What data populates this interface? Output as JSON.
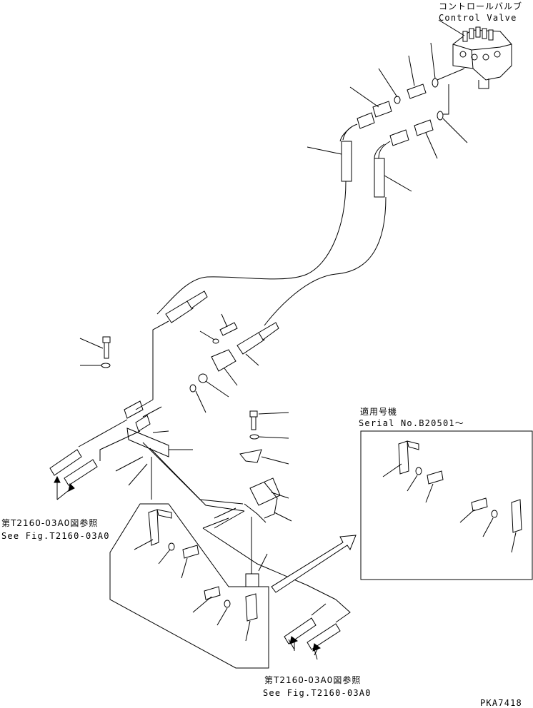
{
  "labels": {
    "control_valve_jp": "コントロールバルブ",
    "control_valve_en": "Control Valve",
    "serial_jp": "適用号機",
    "serial_en": "Serial No.B20501～",
    "ref_left_jp": "第T2160-03A0図参照",
    "ref_left_en": "See Fig.T2160-03A0",
    "ref_bottom_jp": "第T2160-03A0図参照",
    "ref_bottom_en": "See Fig.T2160-03A0",
    "drawing_no": "PKA7418"
  }
}
